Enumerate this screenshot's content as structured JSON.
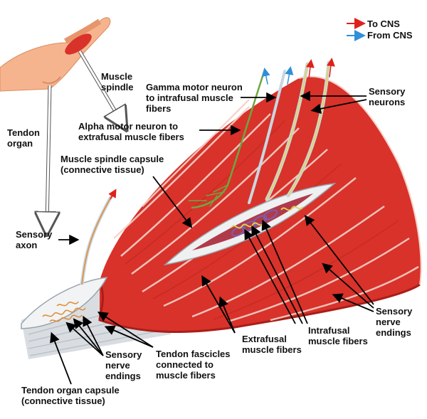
{
  "legend": {
    "to_cns": {
      "label": "To CNS",
      "color": "#e0201c",
      "icon": "red-arrow-icon"
    },
    "from_cns": {
      "label": "From CNS",
      "color": "#2f8fd8",
      "icon": "blue-arrow-icon"
    }
  },
  "labels": {
    "muscle_spindle": [
      "Muscle",
      "spindle"
    ],
    "gamma_motor": [
      "Gamma motor neuron",
      "to intrafusal muscle",
      "fibers"
    ],
    "sensory_neurons": [
      "Sensory",
      "neurons"
    ],
    "tendon_organ": [
      "Tendon",
      "organ"
    ],
    "alpha_motor": [
      "Alpha motor neuron to",
      "extrafusal muscle fibers"
    ],
    "spindle_capsule": [
      "Muscle spindle capsule",
      "(connective tissue)"
    ],
    "sensory_axon": [
      "Sensory",
      "axon"
    ],
    "sensory_endings_right": [
      "Sensory",
      "nerve",
      "endings"
    ],
    "extrafusal": [
      "Extrafusal",
      "muscle fibers"
    ],
    "intrafusal": [
      "Intrafusal",
      "muscle fibers"
    ],
    "sensory_endings_left": [
      "Sensory",
      "nerve",
      "endings"
    ],
    "tendon_fascicles": [
      "Tendon fascicles",
      "connected to",
      "muscle fibers"
    ],
    "organ_capsule": [
      "Tendon organ capsule",
      "(connective tissue)"
    ]
  },
  "colors": {
    "muscle": "#d8322a",
    "muscle_dark": "#a81e18",
    "stripe": "#f4d2c8",
    "tendon": "#d9dde2",
    "skin": "#f6b48e",
    "nerve_sensory": "#c9d6e0",
    "nerve_gamma": "#6fa640",
    "nerve_yellow": "#e8d24a",
    "pointer": "#000000"
  }
}
